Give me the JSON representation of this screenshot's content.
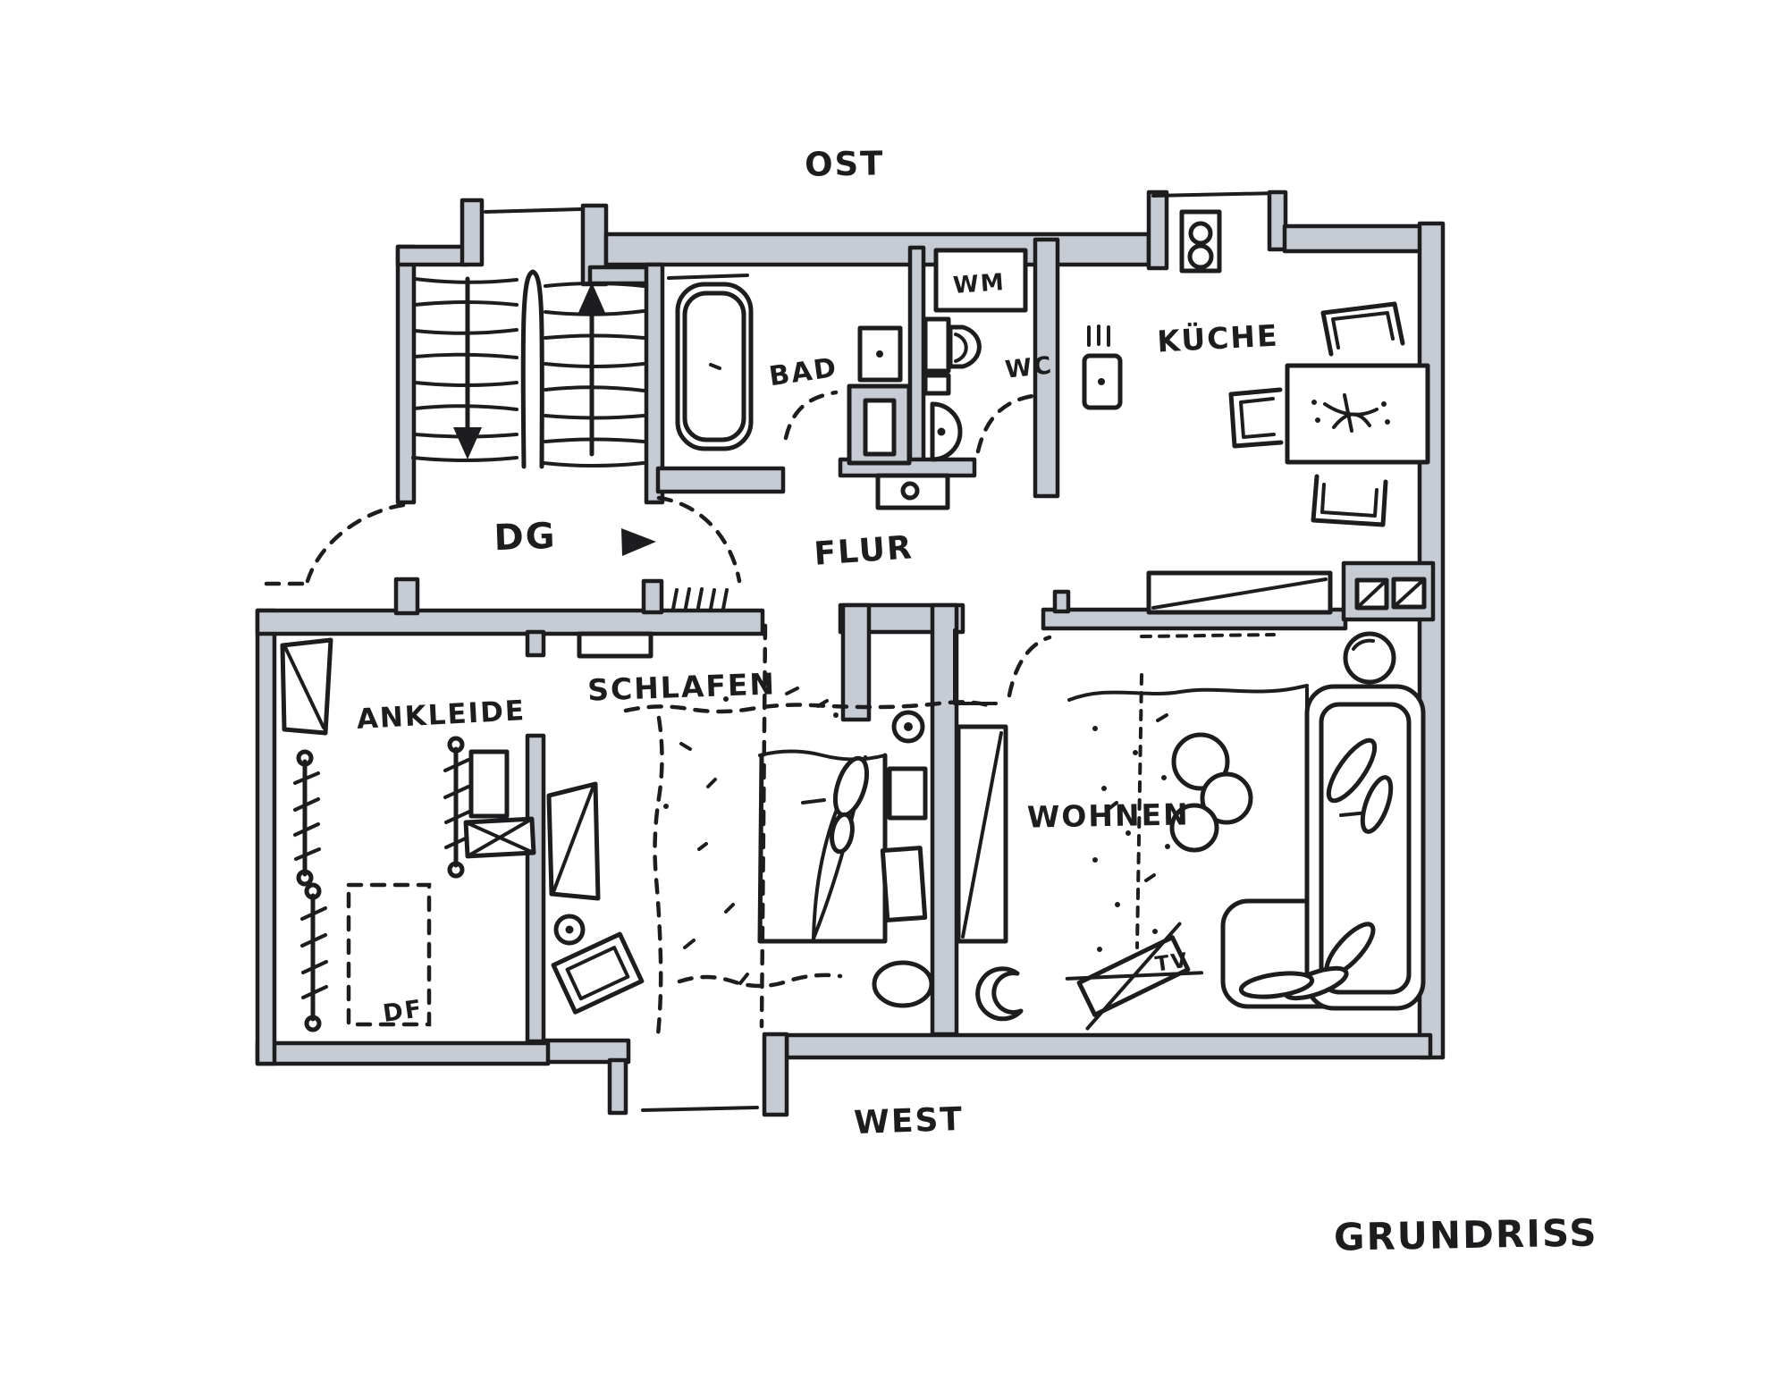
{
  "title": {
    "label": "GRUNDRISS"
  },
  "compass": {
    "east": "OST",
    "west": "WEST"
  },
  "labels": {
    "floor": "DG",
    "hallway": "FLUR",
    "bathroom": "BAD",
    "toilet": "WC",
    "washing_machine": "WM",
    "kitchen": "KÜCHE",
    "bedroom": "SCHLAFEN",
    "dressing_room": "ANKLEIDE",
    "living_room": "WOHNEN",
    "roof_window": "DF",
    "tv": "TV"
  },
  "colors": {
    "ink": "#1d1d1f",
    "wall_fill": "#c7cbd4",
    "paper": "#ffffff"
  }
}
